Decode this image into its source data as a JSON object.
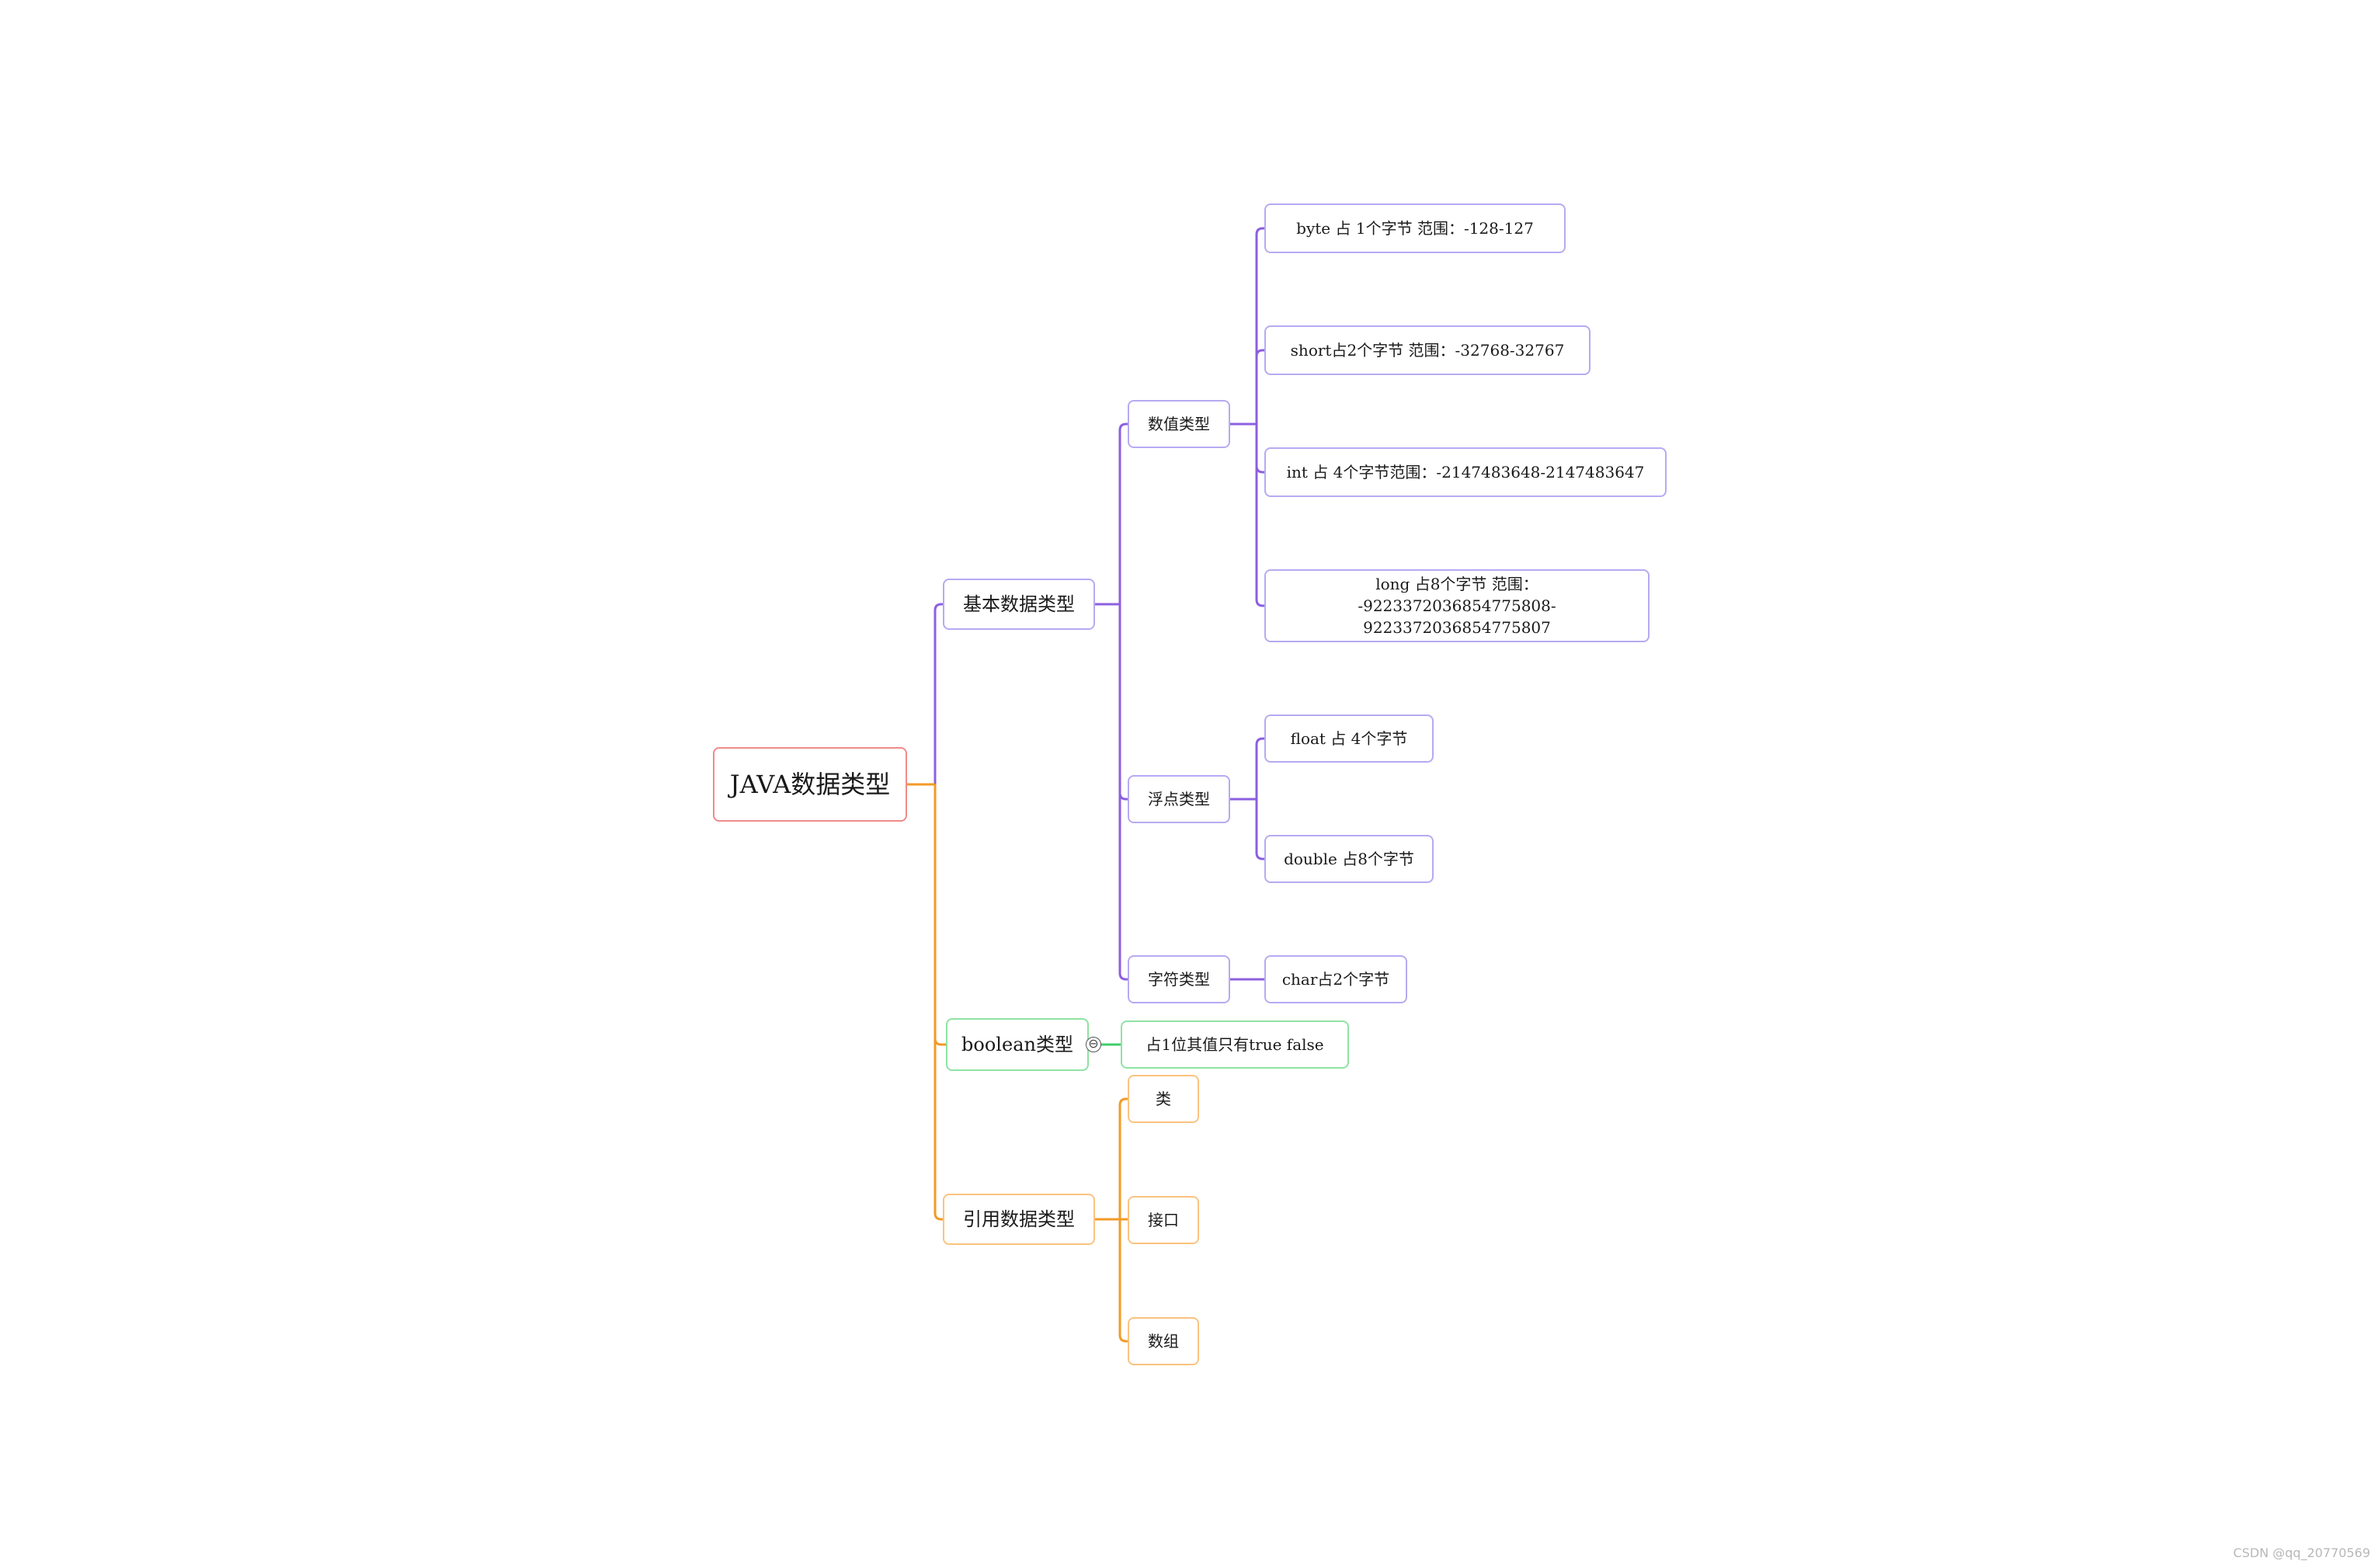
{
  "colors": {
    "purple": "#8d5fe0",
    "orange": "#f39a27",
    "green": "#3fcf6c",
    "root_border": "#f08a8a"
  },
  "mindmap": {
    "root": "JAVA数据类型",
    "primitive": {
      "label": "基本数据类型",
      "numeric": {
        "label": "数值类型",
        "byte": "byte 占 1个字节 范围：-128-127",
        "short": "short占2个字节 范围：-32768-32767",
        "int": "int 占 4个字节范围：-2147483648-2147483647",
        "long_line1": "long 占8个字节 范围：",
        "long_line2": "-9223372036854775808-9223372036854775807"
      },
      "floating": {
        "label": "浮点类型",
        "float": "float 占 4个字节",
        "double": "double 占8个字节"
      },
      "character": {
        "label": "字符类型",
        "char": "char占2个字节"
      }
    },
    "boolean": {
      "label": "boolean类型",
      "detail": "占1位其值只有true false",
      "collapse_symbol": "⊖"
    },
    "reference": {
      "label": "引用数据类型",
      "class": "类",
      "interface": "接口",
      "array": "数组"
    }
  },
  "watermark": "CSDN @qq_20770569"
}
